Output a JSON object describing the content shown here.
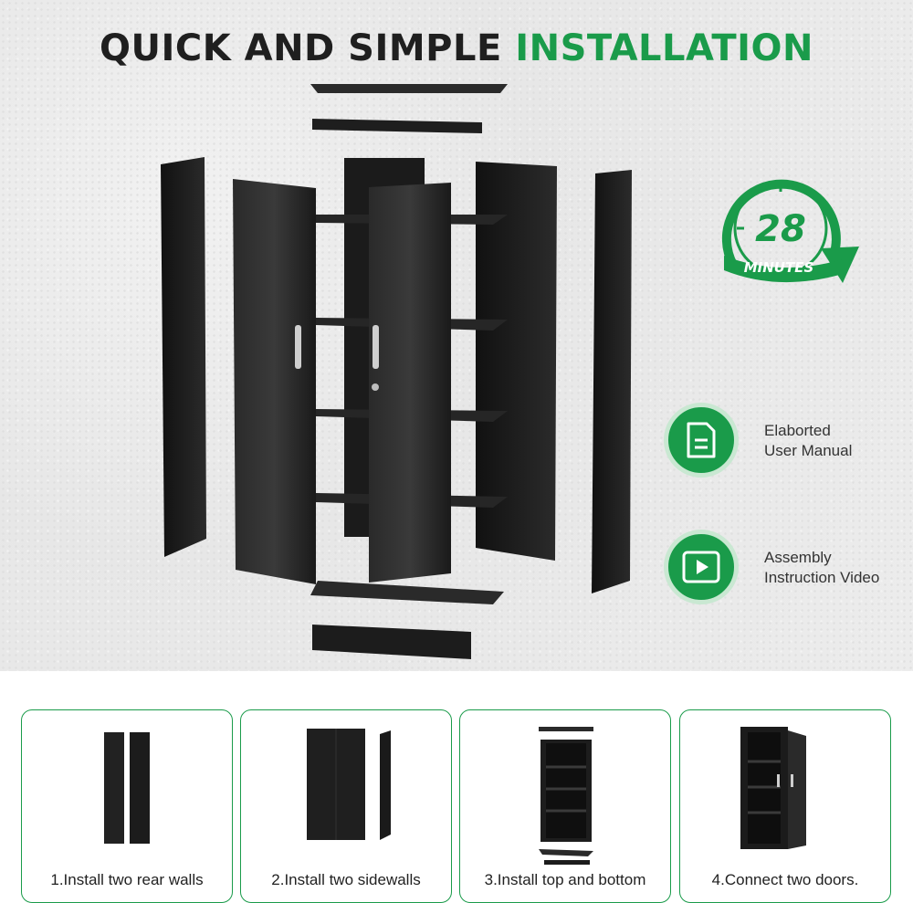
{
  "headline": {
    "part1": "QUICK AND SIMPLE",
    "part2": "INSTALLATION"
  },
  "badge": {
    "minutes": "28",
    "unit": "MINUTES",
    "icon": "clock-arrow-icon"
  },
  "features": [
    {
      "icon": "document-icon",
      "line1": "Elaborted",
      "line2": "User Manual"
    },
    {
      "icon": "play-video-icon",
      "line1": "Assembly",
      "line2": "Instruction Video"
    }
  ],
  "steps": [
    {
      "caption": "1.Install two rear walls"
    },
    {
      "caption": "2.Install two sidewalls"
    },
    {
      "caption": "3.Install top and bottom"
    },
    {
      "caption": "4.Connect two doors."
    }
  ],
  "colors": {
    "accent": "#1a9b4a",
    "panel": "#1e1e1e",
    "text": "#1f1f1f"
  }
}
